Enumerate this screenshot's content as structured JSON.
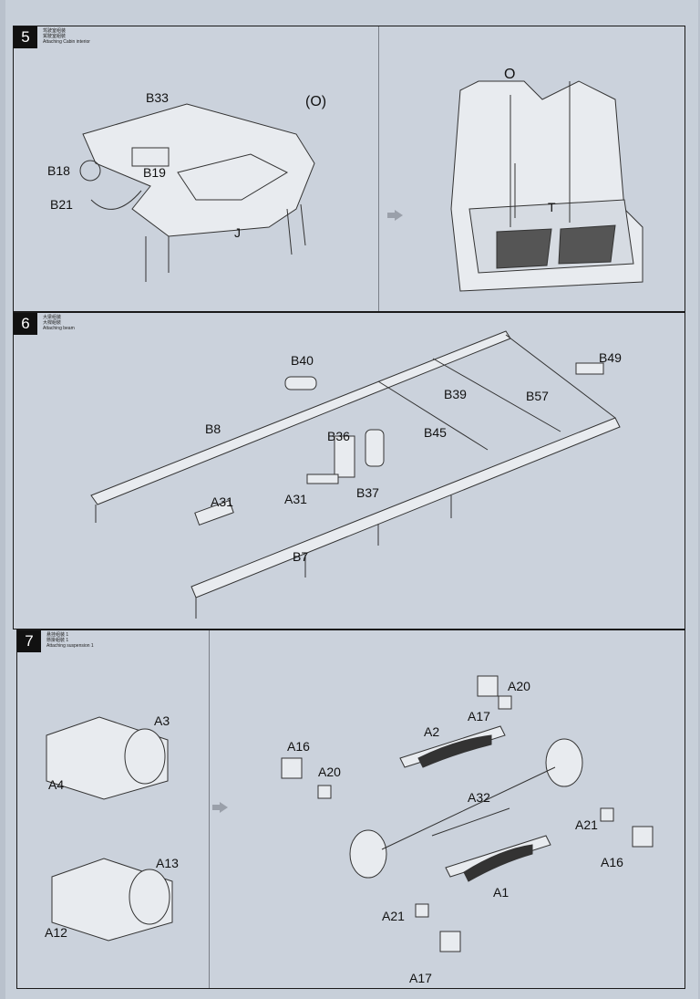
{
  "steps": [
    {
      "number": "5",
      "title_cn1": "驾驶室组装",
      "title_cn2": "駕駛室組裝",
      "title_en": "Attaching Cabin interior",
      "labels": {
        "b33": "B33",
        "o_paren": "(O)",
        "b18": "B18",
        "b19": "B19",
        "b21": "B21",
        "j": "J",
        "o": "O",
        "t": "T"
      }
    },
    {
      "number": "6",
      "title_cn1": "大梁组装",
      "title_cn2": "大樑組裝",
      "title_en": "Attaching beam",
      "labels": {
        "b40": "B40",
        "b49": "B49",
        "b39": "B39",
        "b57": "B57",
        "b8": "B8",
        "b36": "B36",
        "b45": "B45",
        "a31a": "A31",
        "a31b": "A31",
        "b37": "B37",
        "b7": "B7"
      }
    },
    {
      "number": "7",
      "title_cn1": "悬挂组装 1",
      "title_cn2": "懸掛組裝 1",
      "title_en": "Attaching suspension 1",
      "labels": {
        "a3": "A3",
        "a4": "A4",
        "a13": "A13",
        "a12": "A12",
        "a20a": "A20",
        "a17a": "A17",
        "a2": "A2",
        "a16a": "A16",
        "a20b": "A20",
        "a32": "A32",
        "a21a": "A21",
        "a16b": "A16",
        "a1": "A1",
        "a21b": "A21",
        "a17b": "A17"
      }
    }
  ]
}
